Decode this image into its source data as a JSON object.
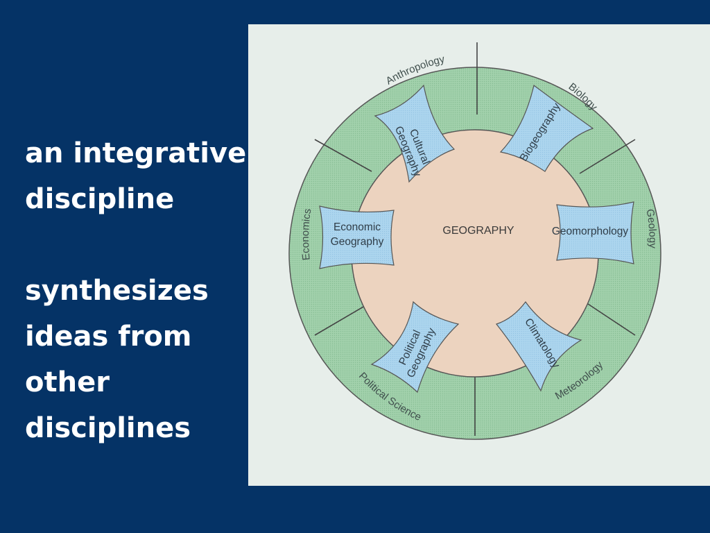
{
  "slide": {
    "heading_lines": [
      "an integrative",
      "discipline"
    ],
    "body_lines": [
      "synthesizes",
      "ideas from",
      "other",
      "disciplines"
    ]
  },
  "diagram": {
    "center_label": "GEOGRAPHY",
    "outer_ring_labels": {
      "anthropology": "Anthropology",
      "biology": "Biology",
      "geology": "Geology",
      "meteorology": "Meteorology",
      "political_science": "Political Science",
      "economics": "Economics"
    },
    "subfields": {
      "cultural_geography": [
        "Cultural",
        "Geography"
      ],
      "biogeography": [
        "Biogeography"
      ],
      "geomorphology": [
        "Geomorphology"
      ],
      "climatology": [
        "Climatology"
      ],
      "political_geography": [
        "Political",
        "Geography"
      ],
      "economic_geography": [
        "Economic",
        "Geography"
      ]
    },
    "colors": {
      "background": "#053366",
      "ring": "#9fcfa9",
      "core": "#ecd3bf",
      "subfield": "#a9d3ec",
      "panel": "#e7eeea"
    }
  }
}
